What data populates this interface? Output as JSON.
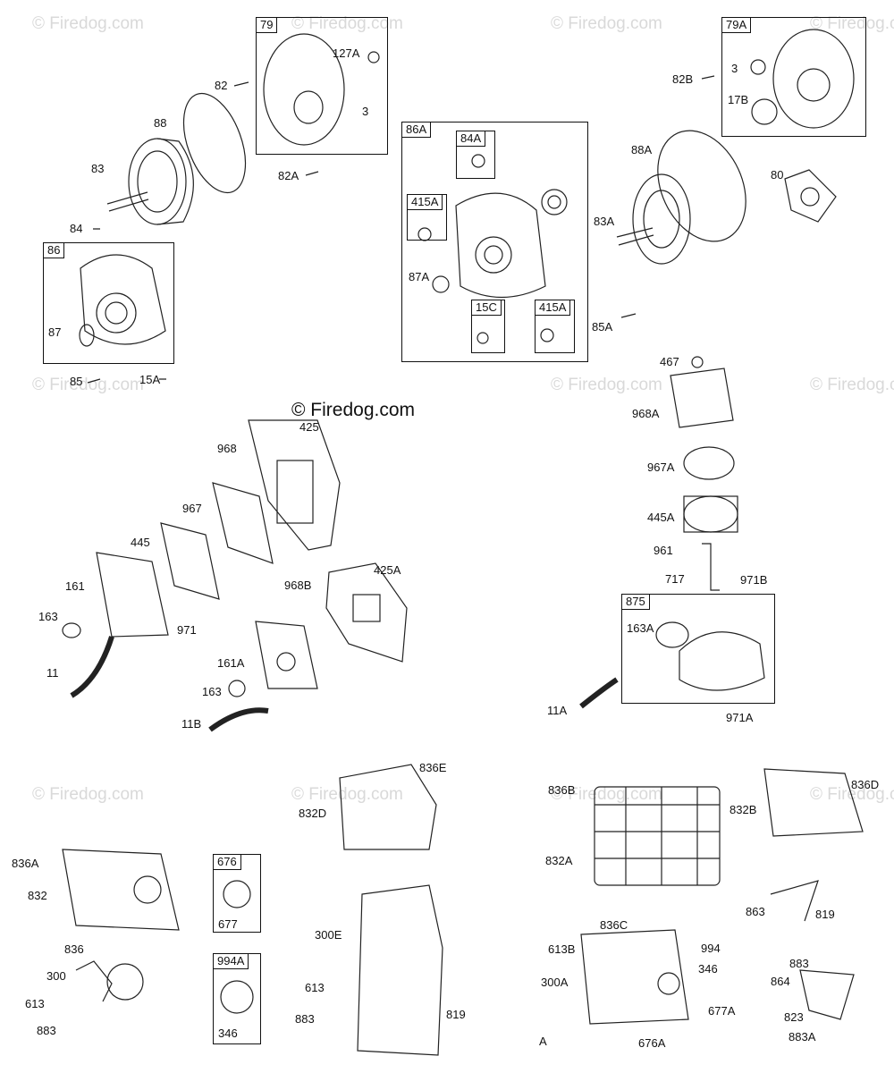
{
  "watermarks": {
    "text": "© Firedog.com",
    "main": "© Firedog.com"
  },
  "boxes": {
    "b79": "79",
    "b79A": "79A",
    "b86A": "86A",
    "b84A": "84A",
    "b415A_1": "415A",
    "b15C": "15C",
    "b415A_2": "415A",
    "b86": "86",
    "b875": "875",
    "b676": "676",
    "b994A": "994A"
  },
  "labels": {
    "l127A": "127A",
    "l82": "82",
    "l3a": "3",
    "l88": "88",
    "l83": "83",
    "l82A": "82A",
    "l84": "84",
    "l87": "87",
    "l85": "85",
    "l15A": "15A",
    "l82B": "82B",
    "l3b": "3",
    "l17B": "17B",
    "l88A": "88A",
    "l80": "80",
    "l83A": "83A",
    "l87A": "87A",
    "l85A": "85A",
    "l467": "467",
    "l968A": "968A",
    "l967A": "967A",
    "l445A": "445A",
    "l961": "961",
    "l717": "717",
    "l971B": "971B",
    "l163A": "163A",
    "l11A": "11A",
    "l971A": "971A",
    "l425": "425",
    "l968": "968",
    "l967": "967",
    "l445": "445",
    "l161": "161",
    "l163a": "163",
    "l11": "11",
    "l971": "971",
    "l425A": "425A",
    "l968B": "968B",
    "l161A": "161A",
    "l163b": "163",
    "l11B": "11B",
    "l836E": "836E",
    "l832D": "832D",
    "l836A": "836A",
    "l832": "832",
    "l836": "836",
    "l300": "300",
    "l613a": "613",
    "l883a": "883",
    "l677": "677",
    "l346a": "346",
    "l300E": "300E",
    "l613b": "613",
    "l883b": "883",
    "l819a": "819",
    "l836B": "836B",
    "l832B": "832B",
    "l836D": "836D",
    "l832A": "832A",
    "l863": "863",
    "l819b": "819",
    "l836C": "836C",
    "l613B": "613B",
    "l994": "994",
    "l346b": "346",
    "l300A": "300A",
    "l883c": "883",
    "l864": "864",
    "l823": "823",
    "l677A": "677A",
    "lA": "A",
    "l676A": "676A",
    "l883A": "883A"
  }
}
